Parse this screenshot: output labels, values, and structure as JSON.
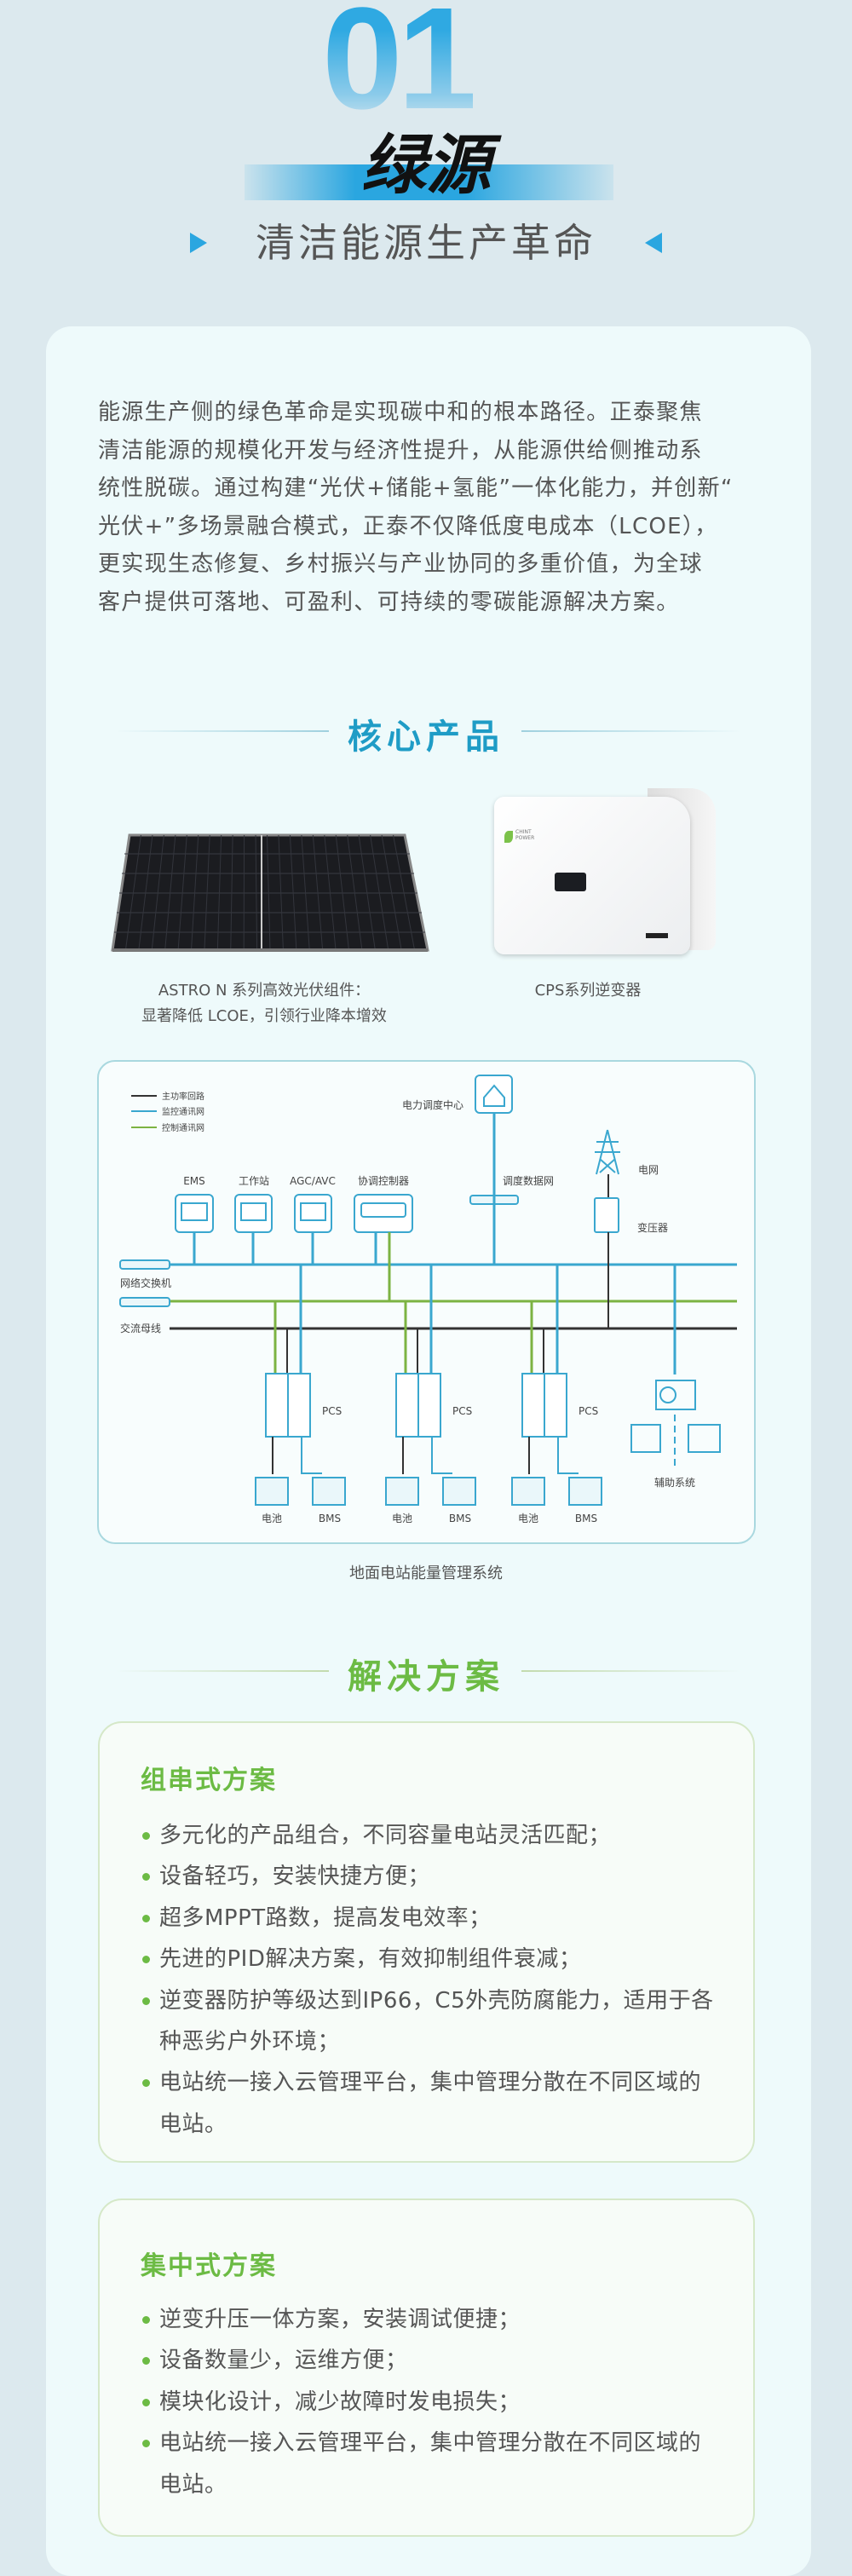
{
  "header": {
    "number": "01",
    "title": "绿源",
    "subtitle": "清洁能源生产革命"
  },
  "intro_lines": [
    "能源生产侧的绿色革命是实现碳中和的根本路径。正泰聚焦",
    "清洁能源的规模化开发与经济性提升，从能源供给侧推动系",
    "统性脱碳。通过构建“光伏+储能+氢能”一体化能力，并创新“",
    "光伏+”多场景融合模式，正泰不仅降低度电成本（LCOE），",
    "更实现生态修复、乡村振兴与产业协同的多重价值，为全球",
    "客户提供可落地、可盈利、可持续的零碳能源解决方案。"
  ],
  "products": {
    "heading": "核心产品",
    "panel_caption_1": "ASTRO N 系列高效光伏组件：",
    "panel_caption_2": "显著降低 LCOE，引领行业降本增效",
    "inverter_caption": "CPS系列逆变器",
    "inverter_logo": "CHINT POWER"
  },
  "diagram": {
    "caption": "地面电站能量管理系统",
    "legend": [
      "主功率回路",
      "监控通讯网",
      "控制通讯网"
    ],
    "dispatch_center": "电力调度中心",
    "dispatch_network": "调度数据网",
    "grid": "电网",
    "transformer": "变压器",
    "devices": [
      "EMS",
      "工作站",
      "AGC/AVC",
      "协调控制器"
    ],
    "switch": "网络交换机",
    "ac_bus": "交流母线",
    "pcs": "PCS",
    "battery": "电池",
    "bms": "BMS",
    "aux": "辅助系统",
    "colors": {
      "power": "#333333",
      "monitor": "#3aa7cf",
      "control": "#7cb342"
    }
  },
  "solutions": {
    "heading": "解决方案",
    "cards": [
      {
        "title": "组串式方案",
        "items": [
          "多元化的产品组合，不同容量电站灵活匹配；",
          "设备轻巧，安装快捷方便；",
          "超多MPPT路数，提高发电效率；",
          "先进的PID解决方案，有效抑制组件衰减；",
          "逆变器防护等级达到IP66，C5外壳防腐能力，适用于各种恶劣户外环境；",
          "电站统一接入云管理平台，集中管理分散在不同区域的电站。"
        ]
      },
      {
        "title": "集中式方案",
        "items": [
          "逆变升压一体方案，安装调试便捷；",
          "设备数量少，运维方便；",
          "模块化设计，减少故障时发电损失；",
          "电站统一接入云管理平台，集中管理分散在不同区域的电站。"
        ]
      }
    ]
  }
}
